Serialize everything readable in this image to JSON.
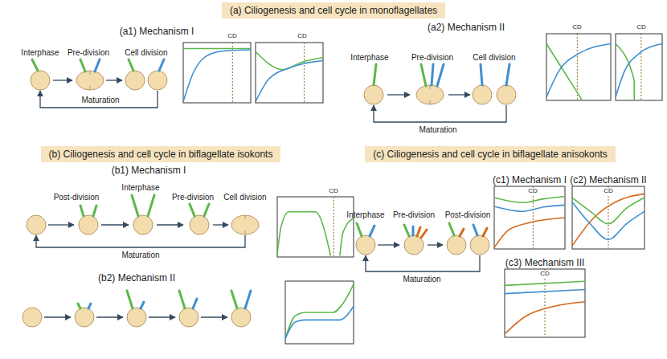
{
  "diagram": {
    "nodes": [
      {
        "text": [
          "(a) Ciliogenesis and cell cycle in monoflagellates"
        ]
      },
      {
        "text": [
          "(b) Ciliogenesis and cell cycle in biflagellate isokonts"
        ]
      },
      {
        "text": [
          "(c) Ciliogenesis and cell cycle in biflagellate anisokonts"
        ]
      }
    ],
    "labels": [
      "(a1) Mechanism I",
      "Interphase",
      "Pre-division",
      "Cell division",
      "Maturation",
      "CD",
      "CD",
      "(a2) Mechanism II",
      "Interphase",
      "Pre-division",
      "Cell division",
      "Maturation",
      "CD",
      "CD",
      "(b1) Mechanism I",
      "Post-division",
      "Interphase",
      "Pre-division",
      "Cell division",
      "Maturation",
      "CD",
      "(b2) Mechanism II",
      "(c1) Mechanism I",
      "(c2) Mechanism II",
      "Interphase",
      "Pre-division",
      "Post-division",
      "Maturation",
      "CD",
      "CD",
      "(c3) Mechanism III",
      "CD"
    ]
  }
}
